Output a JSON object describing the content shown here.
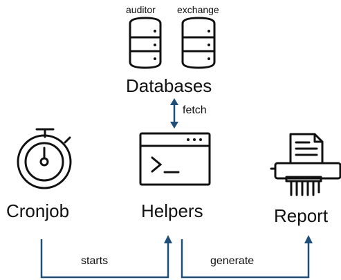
{
  "databases": {
    "items": [
      {
        "label": "auditor",
        "icon": "database-icon"
      },
      {
        "label": "exchange",
        "icon": "database-icon"
      }
    ],
    "title": "Databases"
  },
  "nodes": {
    "cronjob": {
      "label": "Cronjob",
      "icon": "stopwatch-icon"
    },
    "helpers": {
      "label": "Helpers",
      "icon": "terminal-window-icon"
    },
    "report": {
      "label": "Report",
      "icon": "printer-icon"
    }
  },
  "edges": {
    "fetch": "fetch",
    "starts": "starts",
    "generate": "generate"
  },
  "colors": {
    "ink": "#111111",
    "arrow": "#1f4e79"
  }
}
